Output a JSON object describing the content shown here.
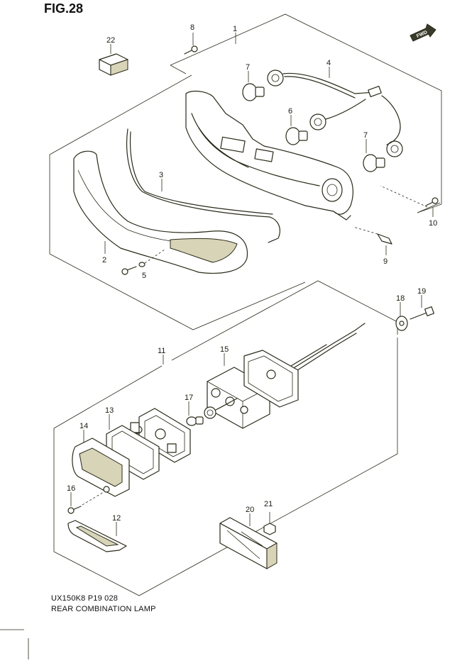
{
  "figure": {
    "title": "FIG.28",
    "code": "UX150K8 P19  028",
    "name": "REAR COMBINATION LAMP",
    "forward_mark": "FWD"
  },
  "callouts": [
    {
      "id": "1",
      "label": "1"
    },
    {
      "id": "2",
      "label": "2"
    },
    {
      "id": "3",
      "label": "3"
    },
    {
      "id": "4",
      "label": "4"
    },
    {
      "id": "5",
      "label": "5"
    },
    {
      "id": "6",
      "label": "6"
    },
    {
      "id": "7a",
      "label": "7"
    },
    {
      "id": "7b",
      "label": "7"
    },
    {
      "id": "8",
      "label": "8"
    },
    {
      "id": "9",
      "label": "9"
    },
    {
      "id": "10",
      "label": "10"
    },
    {
      "id": "11",
      "label": "11"
    },
    {
      "id": "12",
      "label": "12"
    },
    {
      "id": "13",
      "label": "13"
    },
    {
      "id": "14",
      "label": "14"
    },
    {
      "id": "15",
      "label": "15"
    },
    {
      "id": "16",
      "label": "16"
    },
    {
      "id": "17",
      "label": "17"
    },
    {
      "id": "18",
      "label": "18"
    },
    {
      "id": "19",
      "label": "19"
    },
    {
      "id": "20",
      "label": "20"
    },
    {
      "id": "21",
      "label": "21"
    },
    {
      "id": "22",
      "label": "22"
    }
  ],
  "colors": {
    "ink": "#2a2a1a",
    "paper": "#ffffff"
  }
}
